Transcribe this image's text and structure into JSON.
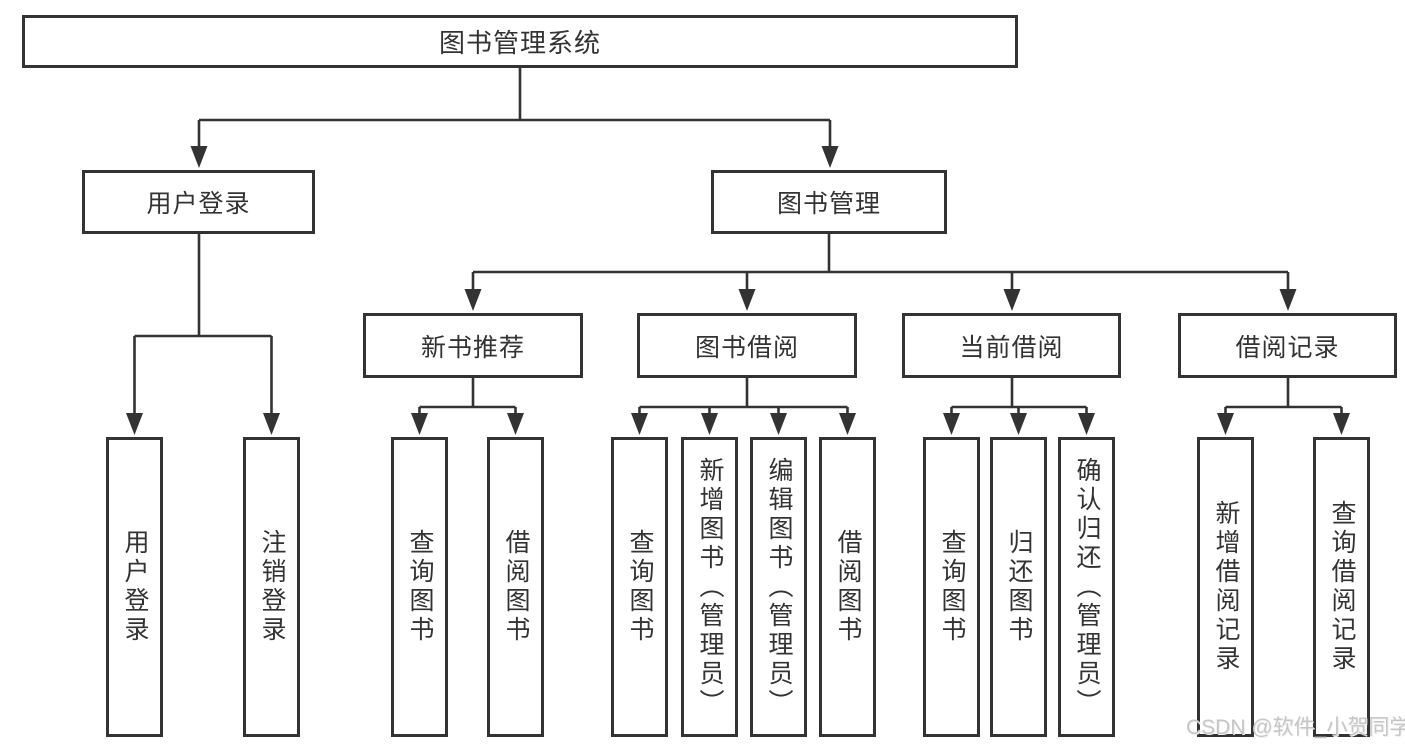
{
  "diagram": {
    "tree": {
      "label": "图书管理系统",
      "children": [
        {
          "label": "用户登录",
          "children": [
            {
              "label": "用户登录"
            },
            {
              "label": "注销登录"
            }
          ]
        },
        {
          "label": "图书管理",
          "children": [
            {
              "label": "新书推荐",
              "children": [
                {
                  "label": "查询图书"
                },
                {
                  "label": "借阅图书"
                }
              ]
            },
            {
              "label": "图书借阅",
              "children": [
                {
                  "label": "查询图书"
                },
                {
                  "label": "新增图书（管理员）"
                },
                {
                  "label": "编辑图书（管理员）"
                },
                {
                  "label": "借阅图书"
                }
              ]
            },
            {
              "label": "当前借阅",
              "children": [
                {
                  "label": "查询图书"
                },
                {
                  "label": "归还图书"
                },
                {
                  "label": "确认归还（管理员）"
                }
              ]
            },
            {
              "label": "借阅记录",
              "children": [
                {
                  "label": "新增借阅记录"
                },
                {
                  "label": "查询借阅记录"
                }
              ]
            }
          ]
        }
      ]
    },
    "watermark": "CSDN @软件_小贺同学",
    "colors": {
      "background": "#ffffff",
      "line": "#333333",
      "text": "#333333",
      "watermark": "#c6c6c6"
    }
  }
}
